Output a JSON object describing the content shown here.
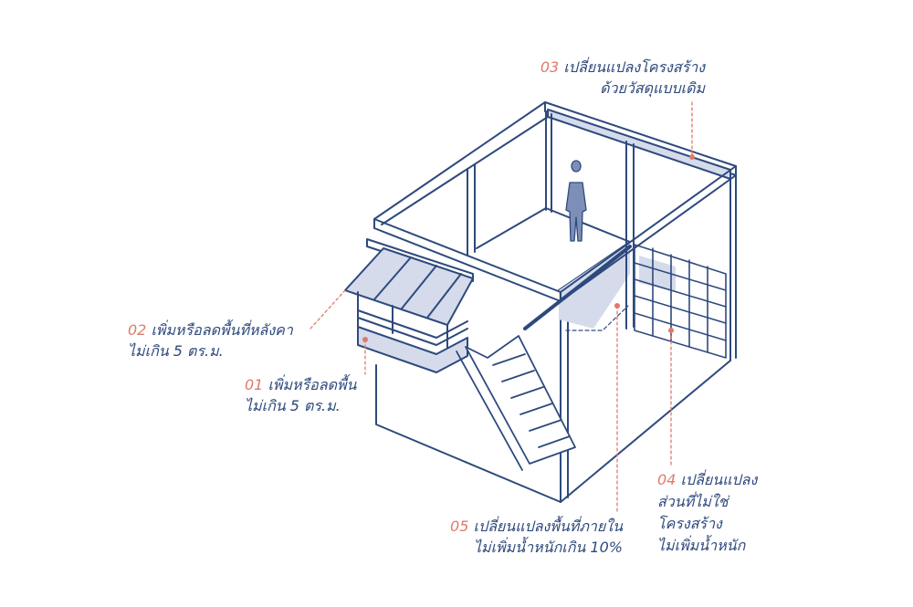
{
  "colors": {
    "line": "#2e4a7d",
    "fill": "#d5dbeb",
    "accent": "#e07a6a"
  },
  "labels": [
    {
      "num": "03",
      "lines": [
        "เปลี่ยนแปลงโครงสร้าง",
        "ด้วยวัสดุแบบเดิม"
      ]
    },
    {
      "num": "02",
      "lines": [
        "เพิ่มหรือลดพื้นที่หลังคา",
        "ไม่เกิน 5 ตร.ม."
      ]
    },
    {
      "num": "01",
      "lines": [
        "เพิ่มหรือลดพื้น",
        "ไม่เกิน 5 ตร.ม."
      ]
    },
    {
      "num": "04",
      "lines": [
        "เปลี่ยนแปลง",
        "ส่วนที่ไม่ใช่",
        "โครงสร้าง",
        "ไม่เพิ่มน้ำหนัก"
      ]
    },
    {
      "num": "05",
      "lines": [
        "เปลี่ยนแปลงพื้นที่ภายใน",
        "ไม่เพิ่มน้ำหนักเกิน 10%"
      ]
    }
  ]
}
